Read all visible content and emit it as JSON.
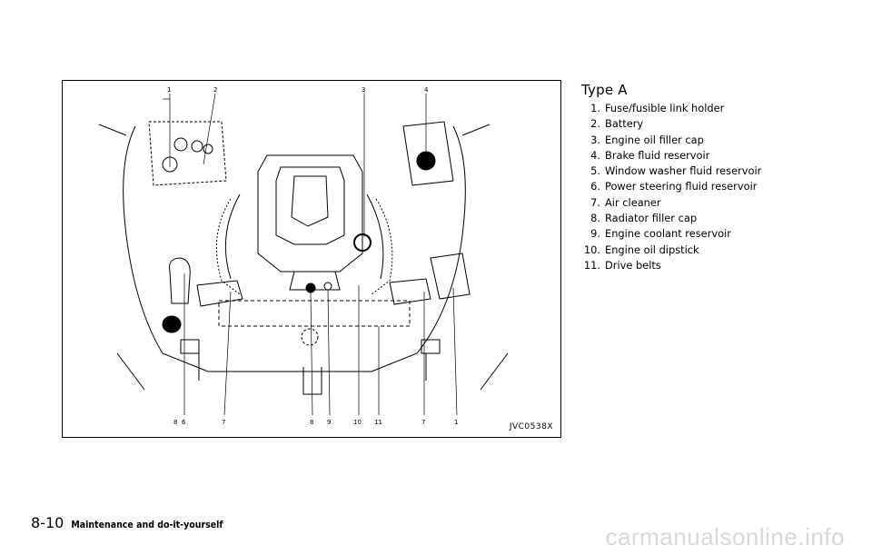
{
  "figure": {
    "code": "JVC0538X",
    "callouts_top": [
      "1",
      "2",
      "3",
      "4"
    ],
    "callouts_bottom": [
      "8",
      "6",
      "7",
      "8",
      "9",
      "10",
      "11",
      "7",
      "1"
    ]
  },
  "legend": {
    "title": "Type A",
    "items": [
      {
        "num": "1.",
        "text": "Fuse/fusible link holder"
      },
      {
        "num": "2.",
        "text": "Battery"
      },
      {
        "num": "3.",
        "text": "Engine oil filler cap"
      },
      {
        "num": "4.",
        "text": "Brake fluid reservoir"
      },
      {
        "num": "5.",
        "text": "Window washer fluid reservoir"
      },
      {
        "num": "6.",
        "text": "Power steering fluid reservoir"
      },
      {
        "num": "7.",
        "text": "Air cleaner"
      },
      {
        "num": "8.",
        "text": "Radiator filler cap"
      },
      {
        "num": "9.",
        "text": "Engine coolant reservoir"
      },
      {
        "num": "10.",
        "text": "Engine oil dipstick"
      },
      {
        "num": "11.",
        "text": "Drive belts"
      }
    ]
  },
  "footer": {
    "page_number": "8-10",
    "section": "Maintenance and do-it-yourself"
  },
  "watermark": "carmanualsonline.info"
}
